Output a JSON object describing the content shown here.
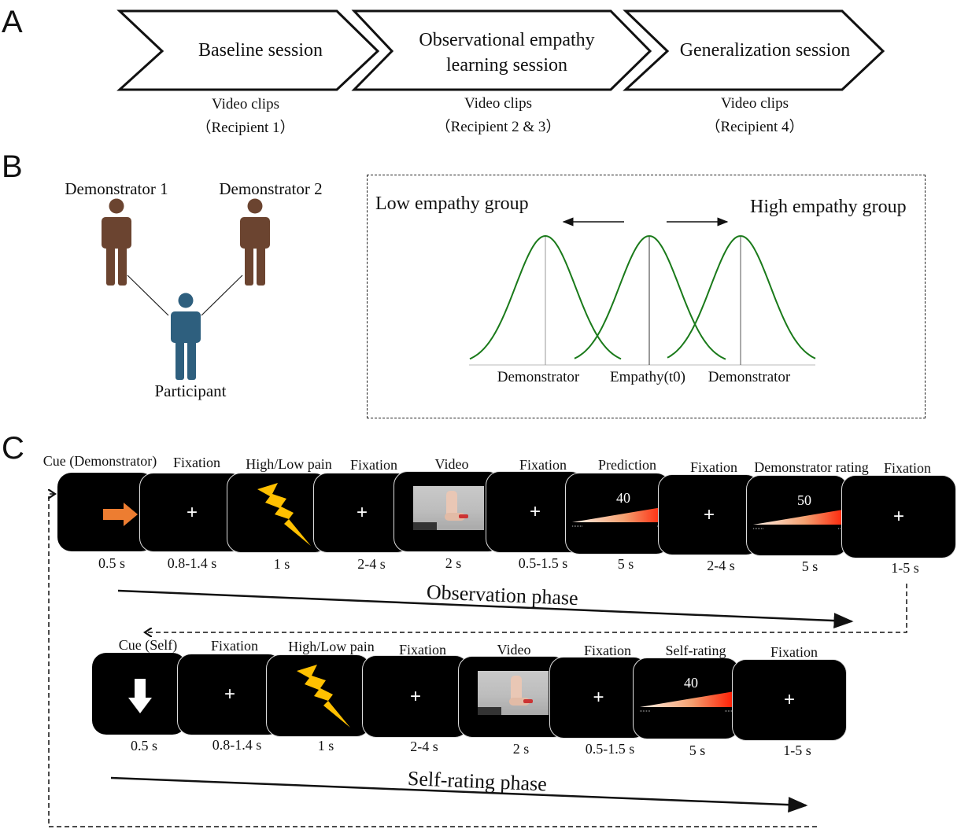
{
  "panels": {
    "a": {
      "letter": "A"
    },
    "b": {
      "letter": "B"
    },
    "c": {
      "letter": "C"
    }
  },
  "sessions": [
    {
      "title_line1": "Baseline session",
      "title_line2": "",
      "clips_label": "Video clips",
      "recipient": "（Recipient 1）"
    },
    {
      "title_line1": "Observational empathy",
      "title_line2": "learning session",
      "clips_label": "Video clips",
      "recipient": "（Recipient 2 & 3）"
    },
    {
      "title_line1": "Generalization session",
      "title_line2": "",
      "clips_label": "Video clips",
      "recipient": "（Recipient 4）"
    }
  ],
  "people": {
    "demonstrator1": {
      "label": "Demonstrator 1",
      "color": "#6b4430"
    },
    "demonstrator2": {
      "label": "Demonstrator 2",
      "color": "#6b4430"
    },
    "participant": {
      "label": "Participant",
      "color": "#2e5f7e"
    }
  },
  "empathy_box": {
    "low_label": "Low empathy group",
    "high_label": "High empathy group",
    "curve_color": "#1a7a1a",
    "axis_labels": [
      "Demonstrator",
      "Empathy(t0)",
      "Demonstrator"
    ]
  },
  "observation": {
    "phase_label": "Observation phase",
    "steps": [
      {
        "label": "Cue (Demonstrator)",
        "duration": "0.5 s",
        "content": "orange-arrow"
      },
      {
        "label": "Fixation",
        "duration": "0.8-1.4 s",
        "content": "fixation"
      },
      {
        "label": "High/Low pain",
        "duration": "1 s",
        "content": "lightning"
      },
      {
        "label": "Fixation",
        "duration": "2-4 s",
        "content": "fixation"
      },
      {
        "label": "Video",
        "duration": "2 s",
        "content": "video"
      },
      {
        "label": "Fixation",
        "duration": "0.5-1.5 s",
        "content": "fixation"
      },
      {
        "label": "Prediction",
        "duration": "5 s",
        "content": "rating",
        "rating": "40"
      },
      {
        "label": "Fixation",
        "duration": "2-4 s",
        "content": "fixation"
      },
      {
        "label": "Demonstrator rating",
        "duration": "5 s",
        "content": "rating",
        "rating": "50"
      },
      {
        "label": "Fixation",
        "duration": "1-5 s",
        "content": "fixation"
      }
    ]
  },
  "self_rating": {
    "phase_label": "Self-rating phase",
    "steps": [
      {
        "label": "Cue (Self)",
        "duration": "0.5 s",
        "content": "white-arrow"
      },
      {
        "label": "Fixation",
        "duration": "0.8-1.4 s",
        "content": "fixation"
      },
      {
        "label": "High/Low pain",
        "duration": "1 s",
        "content": "lightning"
      },
      {
        "label": "Fixation",
        "duration": "2-4 s",
        "content": "fixation"
      },
      {
        "label": "Video",
        "duration": "2 s",
        "content": "video"
      },
      {
        "label": "Fixation",
        "duration": "0.5-1.5 s",
        "content": "fixation"
      },
      {
        "label": "Self-rating",
        "duration": "5 s",
        "content": "rating",
        "rating": "40"
      },
      {
        "label": "Fixation",
        "duration": "1-5 s",
        "content": "fixation"
      }
    ]
  },
  "symbols": {
    "fixation": "+"
  },
  "colors": {
    "cue_demonstrator_arrow": "#ed7d31",
    "lightning": "#ffc000",
    "rating_start": "#fff2e8",
    "rating_end": "#ff1a00",
    "screen_bg": "#000000"
  }
}
